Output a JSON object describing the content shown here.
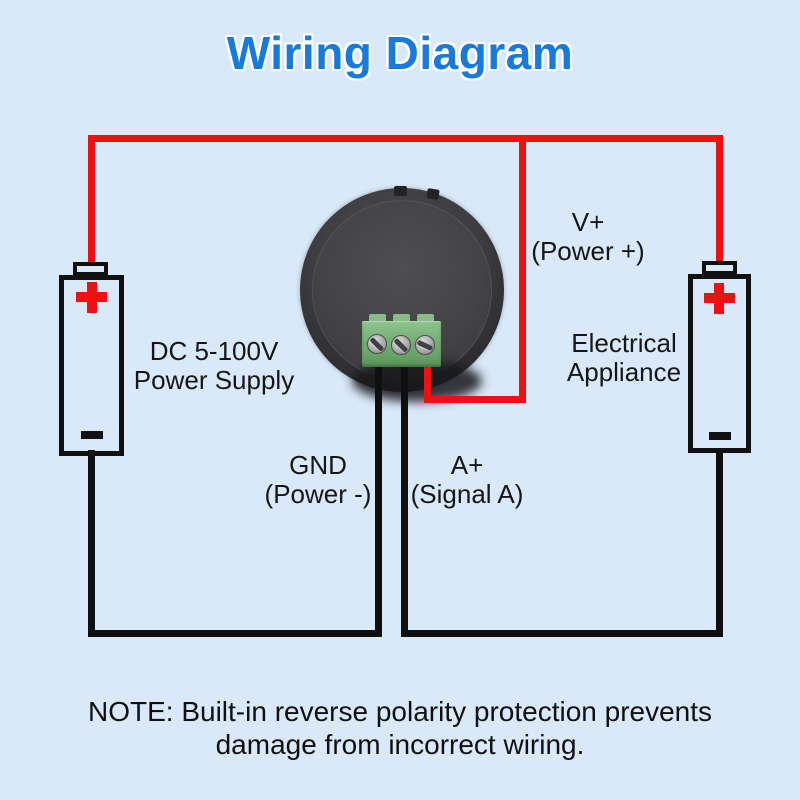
{
  "title": "Wiring Diagram",
  "labels": {
    "power_supply": {
      "line1": "DC 5-100V",
      "line2": "Power Supply"
    },
    "v_plus": {
      "line1": "V+",
      "line2": "(Power +)"
    },
    "appliance": {
      "line1": "Electrical",
      "line2": "Appliance"
    },
    "gnd": {
      "line1": "GND",
      "line2": "(Power -)"
    },
    "a_plus": {
      "line1": "A+",
      "line2": "(Signal A)"
    }
  },
  "note": {
    "line1": "NOTE: Built-in reverse polarity protection prevents",
    "line2": "damage from incorrect wiring."
  },
  "components": {
    "device": "round panel meter (rear view) with 3-pin green screw terminal block",
    "terminal_count": 3,
    "left_symbol_plus": "+",
    "left_symbol_minus": "-",
    "right_symbol_plus": "+",
    "right_symbol_minus": "-"
  },
  "colors": {
    "background": "#d9e9f9",
    "title_blue": "#177ade",
    "wire_positive_red": "#ee1111",
    "wire_negative_black": "#0f0f0f",
    "terminal_green": "#74ae74",
    "text": "#161616"
  }
}
